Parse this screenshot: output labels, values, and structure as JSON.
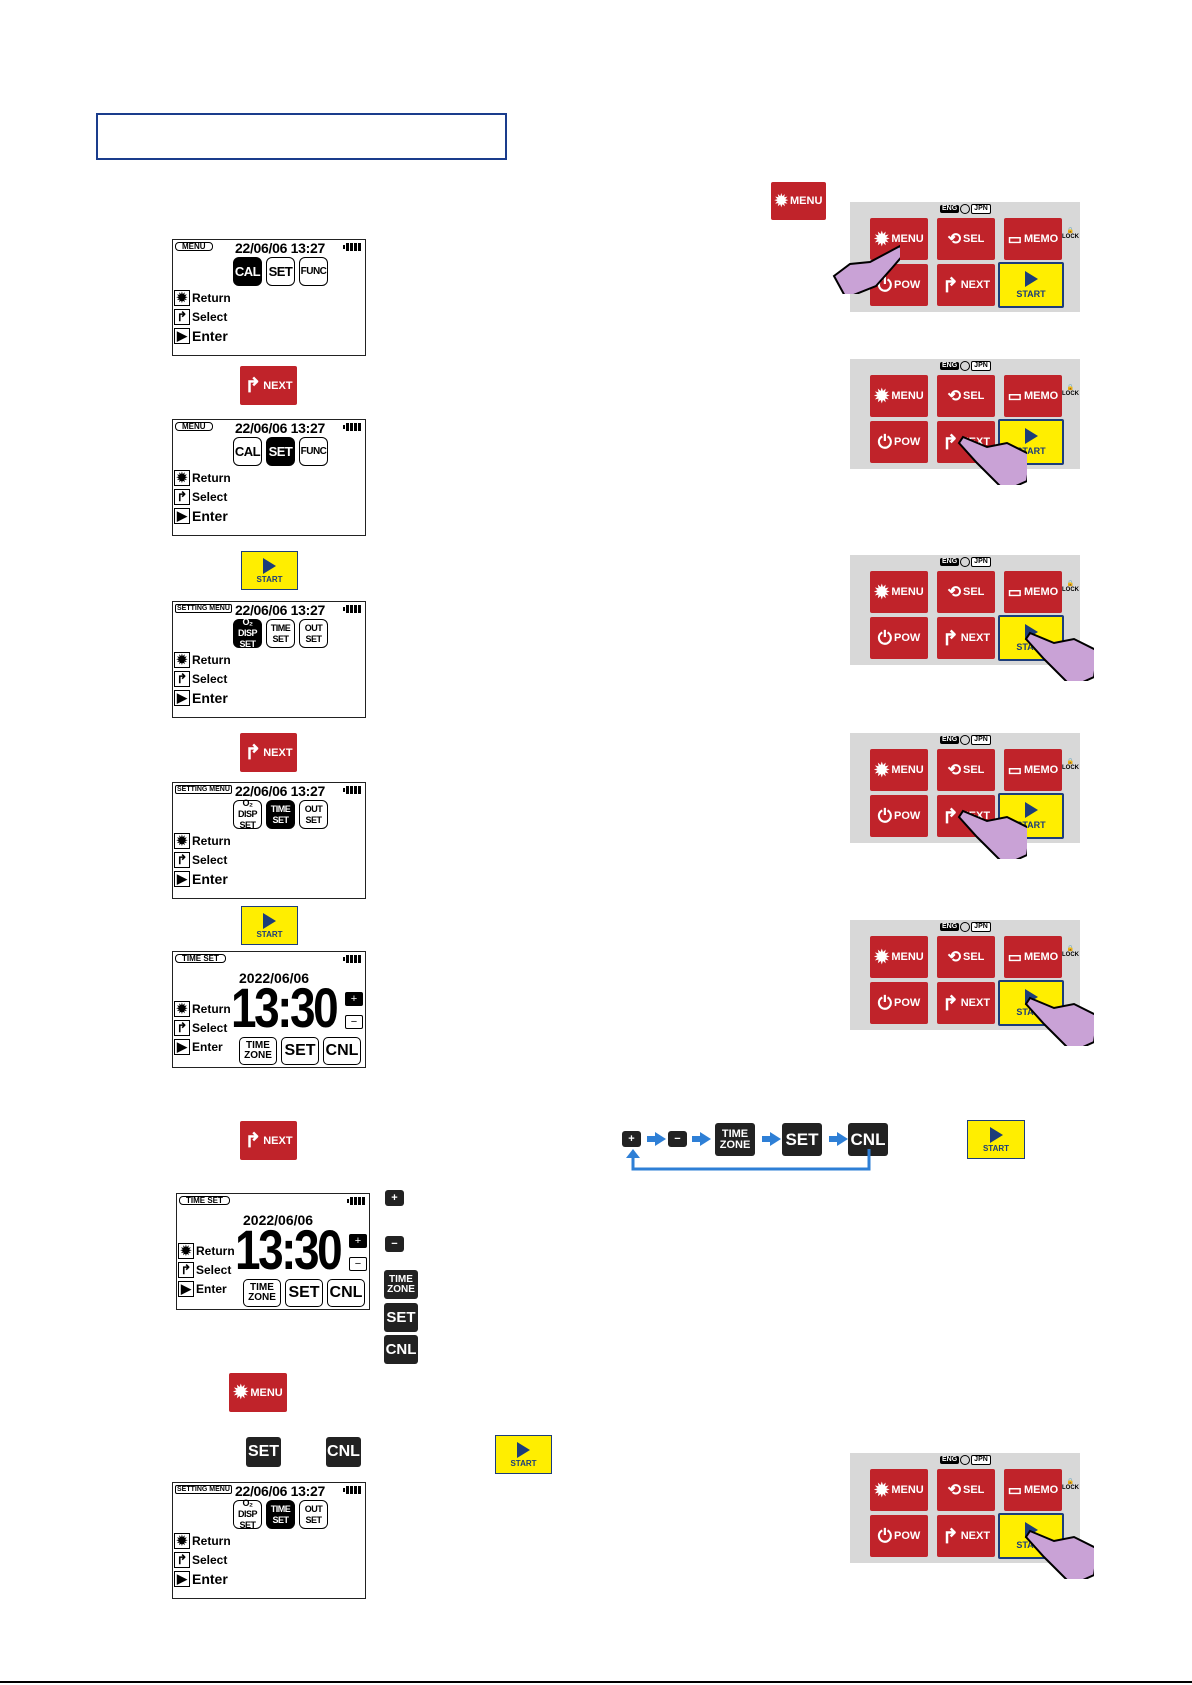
{
  "colors": {
    "red": "#c0232a",
    "yellow": "#ffee00",
    "navy": "#1c3d7a",
    "blue": "#2e7fd6"
  },
  "keys": {
    "menu": "MENU",
    "next": "NEXT",
    "start": "START",
    "sel": "SEL",
    "memo": "MEMO",
    "pow": "POW",
    "eng": "ENG",
    "jpn": "JPN",
    "lock": "LOCK"
  },
  "lcd": {
    "menu_title": "MENU",
    "setting_title": "SETTING MENU",
    "timeset_title": "TIME SET",
    "datetime": "22/06/06 13:27",
    "opts_menu": [
      "CAL",
      "SET",
      "FUNC"
    ],
    "opts_setting": [
      "O₂ DISP SET",
      "TIME SET",
      "OUT SET"
    ],
    "return": "Return",
    "select": "Select",
    "enter": "Enter",
    "date": "2022/06/06",
    "time": "13:30",
    "plus": "+",
    "minus": "−",
    "ts_buttons": [
      "TIME ZONE",
      "SET",
      "CNL"
    ]
  },
  "cycle": [
    "+",
    "−",
    "TIME ZONE",
    "SET",
    "CNL"
  ],
  "legend": [
    "+",
    "−",
    "TIME ZONE",
    "SET",
    "CNL"
  ]
}
